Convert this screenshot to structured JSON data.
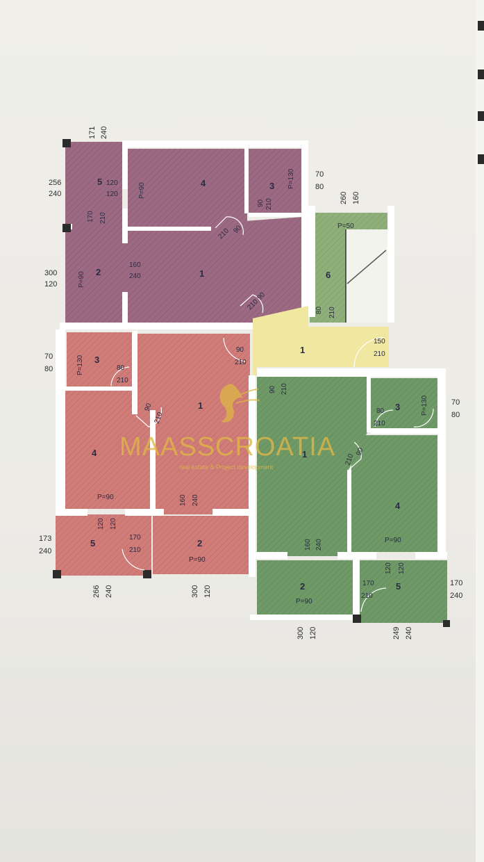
{
  "brand": {
    "name_bold": "MAASS",
    "name_light": "CROATIA",
    "tagline": "real estate & Project development",
    "color": "#deb646"
  },
  "colors": {
    "purple_unit": "#9d6a84",
    "red_unit": "#d07c78",
    "green_unit": "#6f9a68",
    "stair_green": "#8fb07a",
    "corridor": "#f0e7a0",
    "wall": "#ffffff"
  },
  "purple_unit": {
    "rooms": [
      "1",
      "2",
      "3",
      "4",
      "5"
    ],
    "labels": {
      "r5_sizes": [
        "120",
        "120"
      ],
      "r4_p": "P=90",
      "r3_p": "P=130",
      "r2_p": "P=90",
      "door_1_a": "160",
      "door_1_b": "240",
      "door_4": [
        "90",
        "210"
      ],
      "door_3": [
        "90",
        "210"
      ],
      "door_5": [
        "170",
        "210"
      ],
      "door_main": [
        "90",
        "210"
      ]
    }
  },
  "red_unit": {
    "rooms": [
      "1",
      "2",
      "3",
      "4",
      "5"
    ],
    "labels": {
      "r3_p": "P=130",
      "r3_door": [
        "80",
        "210"
      ],
      "r4_p": "P=90",
      "r4_door": [
        "90",
        "210"
      ],
      "r2_p": "P=90",
      "r2_door": [
        "160",
        "240"
      ],
      "r5_door": [
        "120",
        "120"
      ],
      "r5_win": [
        "170",
        "210"
      ],
      "main_door": [
        "90",
        "210"
      ]
    }
  },
  "green_unit": {
    "rooms": [
      "1",
      "2",
      "3",
      "4",
      "5"
    ],
    "labels": {
      "main_door": [
        "90",
        "210"
      ],
      "r3_door": [
        "80",
        "210"
      ],
      "r3_p": "P=130",
      "r4_door": [
        "90",
        "210"
      ],
      "r4_p": "P=90",
      "r1_door": [
        "160",
        "240"
      ],
      "r2_p": "P=90",
      "r5_door": [
        "120",
        "120"
      ],
      "r5_win": [
        "170",
        "210"
      ]
    }
  },
  "stair": {
    "room": "6",
    "p": "P=50",
    "door": [
      "80",
      "210"
    ]
  },
  "corridor": {
    "room": "1",
    "door": [
      "150",
      "210"
    ]
  },
  "dimensions": {
    "top_purple": [
      "171",
      "240"
    ],
    "left_purple_5": [
      "256",
      "240"
    ],
    "right_purple_3": [
      "70",
      "80"
    ],
    "stair_top": [
      "260",
      "160"
    ],
    "left_purple_2": [
      "300",
      "120"
    ],
    "left_red_3": [
      "70",
      "80"
    ],
    "right_green_3": [
      "70",
      "80"
    ],
    "left_red_5": [
      "173",
      "240"
    ],
    "bottom_red_5": [
      "266",
      "240"
    ],
    "bottom_red_2": [
      "300",
      "120"
    ],
    "right_green_5": [
      "170",
      "240"
    ],
    "bottom_green_2": [
      "300",
      "120"
    ],
    "bottom_green_5": [
      "249",
      "240"
    ]
  }
}
